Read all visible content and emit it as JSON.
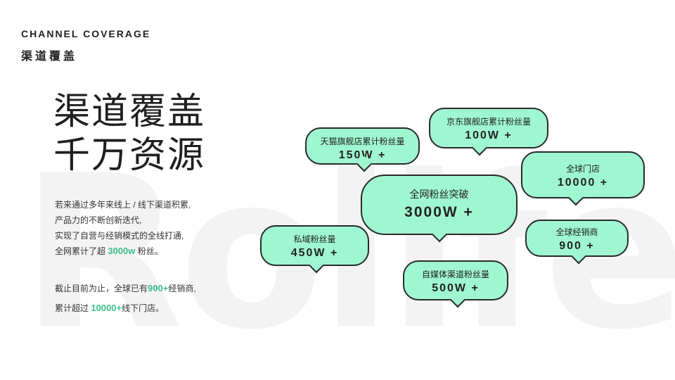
{
  "watermark": "Rolife",
  "header": {
    "en": "CHANNEL COVERAGE",
    "cn": "渠道覆盖"
  },
  "title": {
    "line1": "渠道覆盖",
    "line2": "千万资源"
  },
  "para1": {
    "line1": "若来通过多年来线上 / 线下渠道积累,",
    "line2": "产品力的不断创新迭代,",
    "line3": "实现了自营与经销模式的全线打通,",
    "line4_pre": "全网累计了超 ",
    "line4_hl": "3000w",
    "line4_post": " 粉丝。"
  },
  "para2": {
    "line1_pre": "截止目前为止，全球已有",
    "line1_hl": "900+",
    "line1_post": "经销商,",
    "line2_pre": "累计超过 ",
    "line2_hl": "10000+",
    "line2_post": "线下门店。"
  },
  "bubbles": {
    "tmall": {
      "label": "天猫旗舰店累计粉丝量",
      "value": "150W +"
    },
    "jd": {
      "label": "京东旗舰店累计粉丝量",
      "value": "100W +"
    },
    "stores": {
      "label": "全球门店",
      "value": "10000 +"
    },
    "total": {
      "label": "全网粉丝突破",
      "value": "3000W +"
    },
    "private": {
      "label": "私域粉丝量",
      "value": "450W +"
    },
    "dealers": {
      "label": "全球经销商",
      "value": "900 +"
    },
    "media": {
      "label": "自媒体渠道粉丝量",
      "value": "500W +"
    }
  },
  "colors": {
    "bubble_fill": "#9ff7d1",
    "bubble_border": "#2a2a2a",
    "highlight": "#3cbf8c"
  }
}
